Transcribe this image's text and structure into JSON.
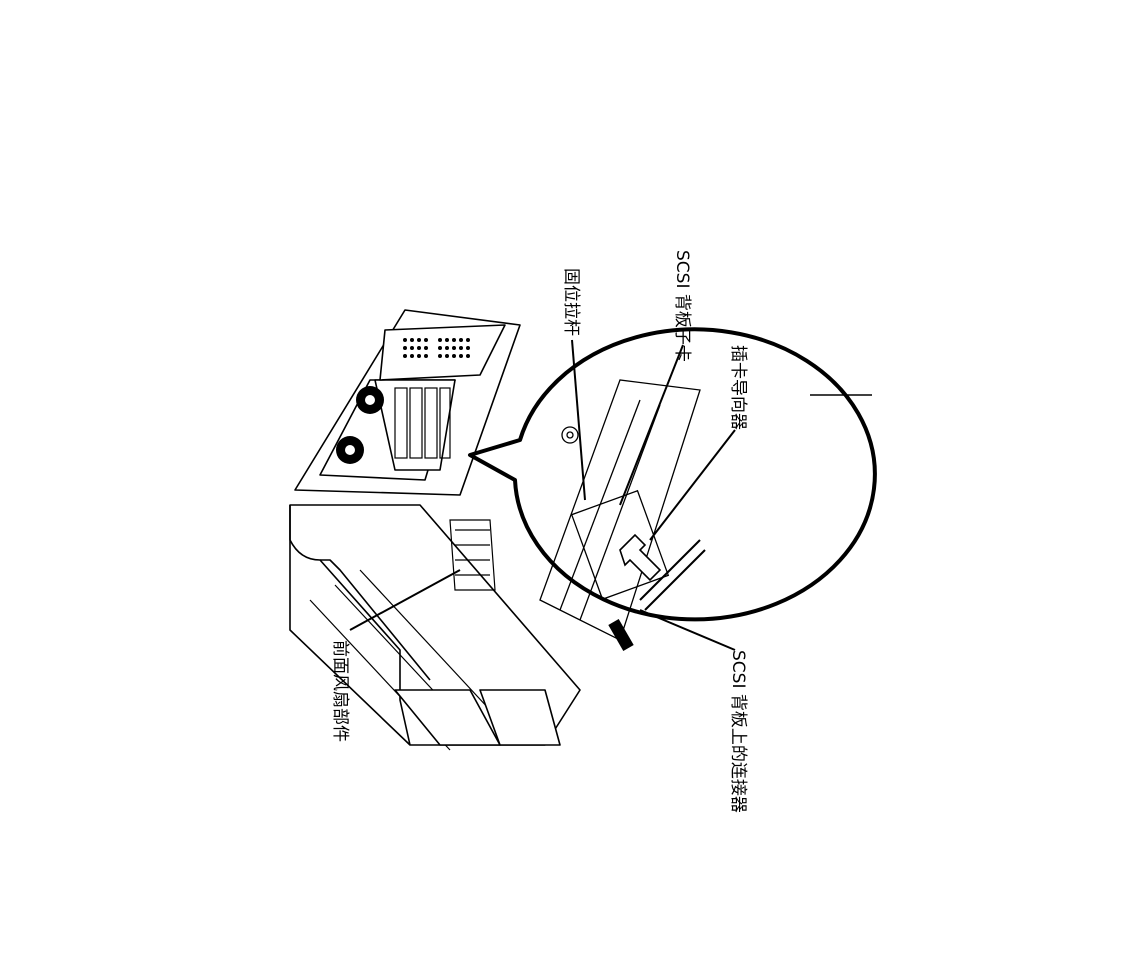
{
  "figure": {
    "callouts": {
      "backplane_daughter_card": "SCSI 背板子卡",
      "retention_lever": "固位拉杆",
      "card_guide": "插卡导向器",
      "backplane_connector": "SCSI 背板上的连接器",
      "front_fan_assembly": "前面风扇部件"
    }
  }
}
